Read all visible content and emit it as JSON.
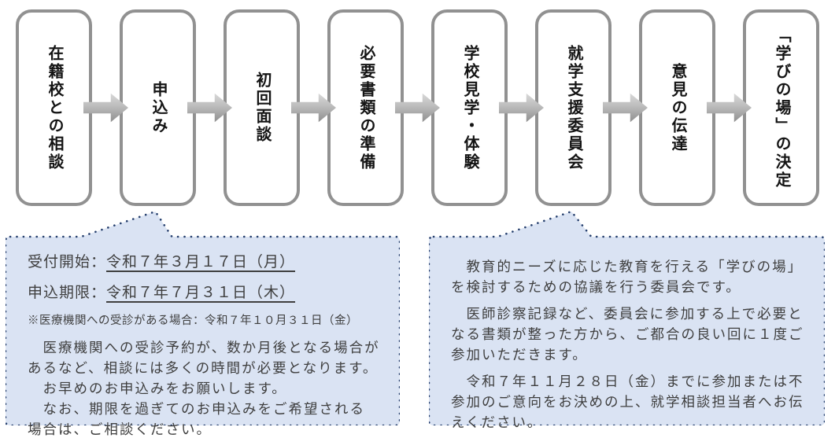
{
  "flow": {
    "steps": [
      {
        "label": "在籍校との相談"
      },
      {
        "label": "申込み"
      },
      {
        "label": "初回面談"
      },
      {
        "label": "必要書類の準備"
      },
      {
        "label": "学校見学・体験"
      },
      {
        "label": "就学支援委員会"
      },
      {
        "label": "意見の伝達"
      },
      {
        "label": "「学びの場」の決定"
      }
    ]
  },
  "callout_application": {
    "points_to_step": "申込み",
    "rows": [
      {
        "label": "受付開始：",
        "date": "令和７年３月１７日（月）"
      },
      {
        "label": "申込期限：",
        "date": "令和７年７月３１日（木）"
      }
    ],
    "note": "※医療機関への受診がある場合：令和７年１０月３１日（金）",
    "body": "　医療機関への受診予約が、数か月後となる場合が\nあるなど、相談には多くの時間が必要となります。\n　お早めのお申込みをお願いします。\n　なお、期限を過ぎてのお申込みをご希望される\n場合は、ご相談ください。"
  },
  "callout_committee": {
    "points_to_step": "就学支援委員会",
    "paragraphs": [
      "　教育的ニーズに応じた教育を行える「学びの場」\nを検討するための協議を行う委員会です。",
      "　医師診察記録など、委員会に参加する上で必要と\nなる書類が整った方から、ご都合の良い回に１度ご\n参加いただきます。",
      "　令和７年１１月２８日（金）までに参加または不\n参加のご意向をお決めの上、就学相談担当者へお伝\nえください。"
    ]
  },
  "colors": {
    "callout_fill": "#dae3f3",
    "callout_border": "#27406e",
    "box_border": "#919191",
    "arrow_gray": "#a6a6a6",
    "text_dark": "#3f3f3f"
  }
}
